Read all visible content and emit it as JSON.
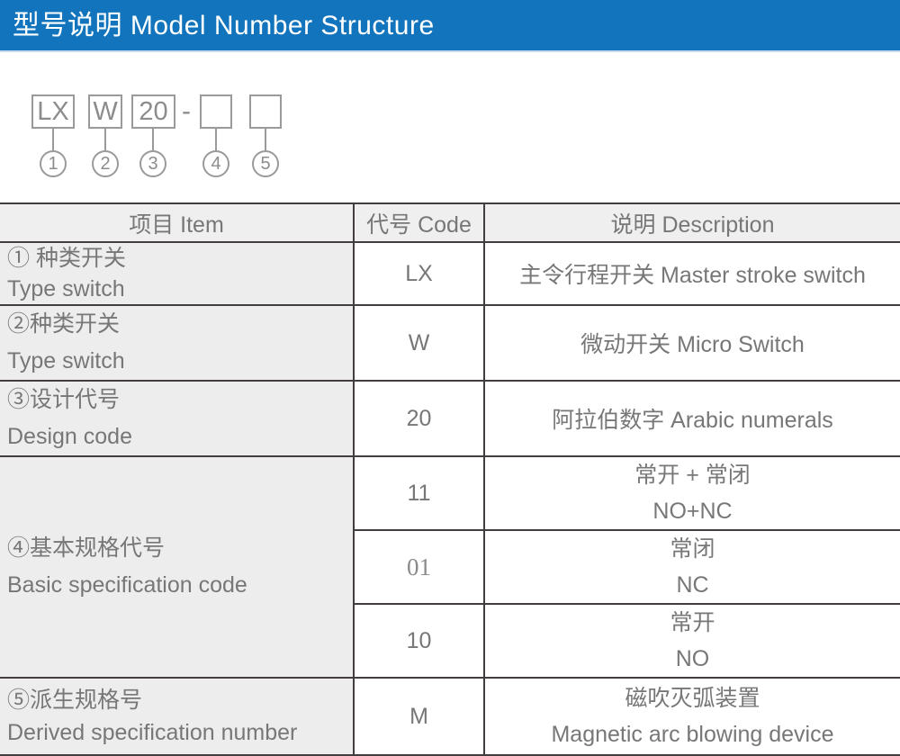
{
  "header": {
    "title": "型号说明 Model Number Structure"
  },
  "diagram": {
    "separator": "-",
    "segments": [
      {
        "label": "LX",
        "num": "1"
      },
      {
        "label": "W",
        "num": "2"
      },
      {
        "label": "20",
        "num": "3"
      },
      {
        "label": "",
        "num": "4"
      },
      {
        "label": "",
        "num": "5"
      }
    ]
  },
  "table": {
    "head": {
      "item": "项目 Item",
      "code": "代号 Code",
      "desc": "说明 Description"
    },
    "rows": {
      "r1": {
        "zh": "① 种类开关",
        "en": "Type switch",
        "code": "LX",
        "desc": "主令行程开关 Master stroke switch"
      },
      "r2": {
        "zh": "②种类开关",
        "en": "Type switch",
        "code": "W",
        "desc": "微动开关 Micro Switch"
      },
      "r3": {
        "zh": "③设计代号",
        "en": "Design code",
        "code": "20",
        "desc": "阿拉伯数字 Arabic numerals"
      },
      "r4": {
        "zh": "④基本规格代号",
        "en": "Basic specification code",
        "subs": [
          {
            "code": "11",
            "desc_zh": "常开 + 常闭",
            "desc_en": "NO+NC"
          },
          {
            "code": "01",
            "desc_zh": "常闭",
            "desc_en": "NC"
          },
          {
            "code": "10",
            "desc_zh": "常开",
            "desc_en": "NO"
          }
        ]
      },
      "r5": {
        "zh": "⑤派生规格号",
        "en": "Derived specification number",
        "code": "M",
        "desc_zh": "磁吹灭弧装置",
        "desc_en": "Magnetic arc blowing device"
      }
    }
  },
  "colors": {
    "header_bg": "#1274bc",
    "table_header_bg": "#efefef",
    "item_col_bg": "#ededed",
    "border": "#413e3d",
    "text_gray": "#777777",
    "diagram_gray": "#9a9a9a"
  }
}
